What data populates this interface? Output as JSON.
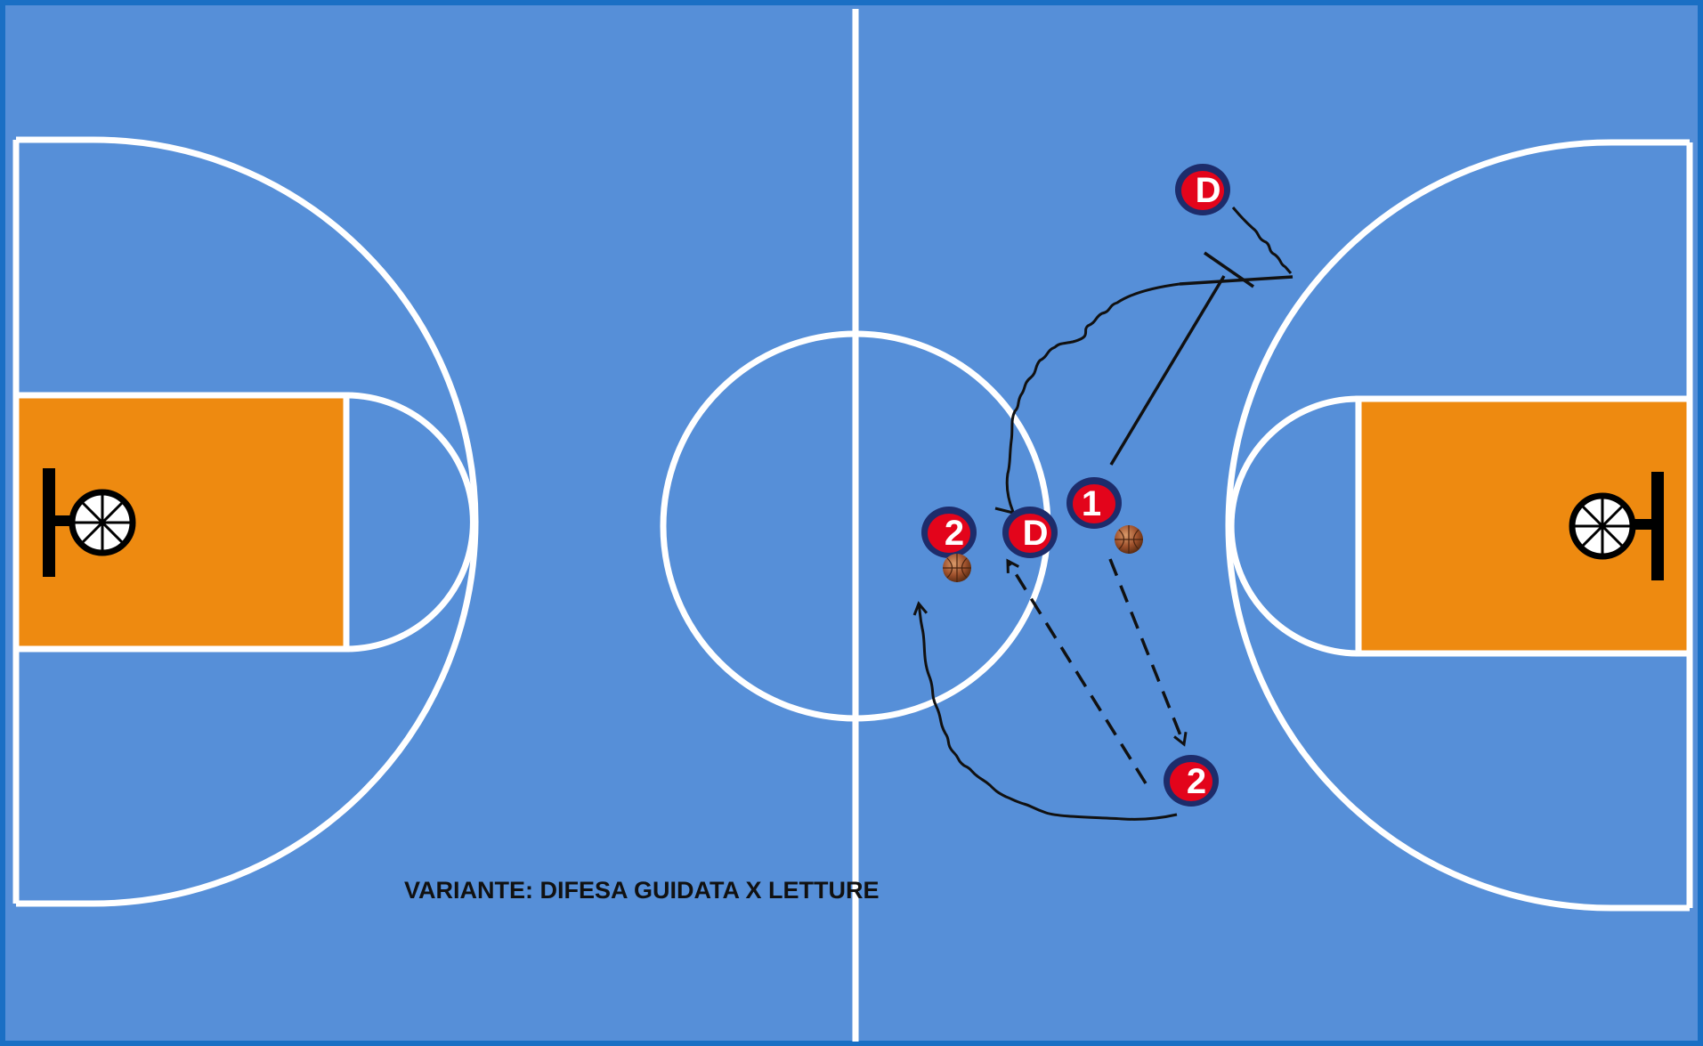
{
  "diagram": {
    "caption": "VARIANTE: DIFESA GUIDATA X LETTURE",
    "colors": {
      "court": "#568fd8",
      "border": "#1a6fc4",
      "lines": "#ffffff",
      "paint": "#ee8a10",
      "player_fill": "#e3041b",
      "player_ring": "#1d2c6b",
      "path": "#111111",
      "ball": "#a0522d"
    },
    "players": [
      {
        "id": "defender-top",
        "label": "D",
        "has_ball": false
      },
      {
        "id": "defender-center",
        "label": "D",
        "has_ball": false
      },
      {
        "id": "player-1",
        "label": "1",
        "has_ball": true
      },
      {
        "id": "player-2-center",
        "label": "2",
        "has_ball": true
      },
      {
        "id": "player-2-bottom",
        "label": "2",
        "has_ball": false
      }
    ],
    "icons": [
      "basket-icon-left",
      "basket-icon-right",
      "basketball-icon"
    ]
  }
}
